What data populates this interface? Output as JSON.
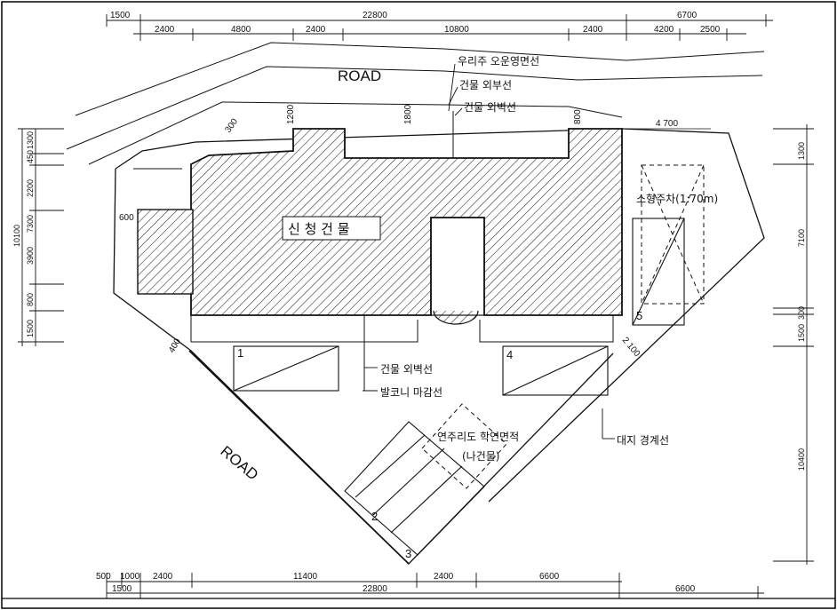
{
  "roads": [
    "ROAD",
    "ROAD"
  ],
  "top_dims": {
    "overall": [
      "1500",
      "22800",
      "6700"
    ],
    "segments": [
      "2400",
      "4800",
      "2400",
      "10800",
      "2400",
      "4200",
      "2500"
    ]
  },
  "bottom_dims": {
    "segments": [
      "500",
      "1000",
      "2400",
      "11400",
      "2400",
      "6600"
    ],
    "overall": [
      "1500",
      "22800",
      "6600"
    ]
  },
  "left_dims": [
    "1300",
    "450",
    "2200",
    "10100",
    "7300",
    "3900",
    "800",
    "1500"
  ],
  "right_dims": [
    "1300",
    "7100",
    "300",
    "1500",
    "10400"
  ],
  "local_dims": [
    "300",
    "1200",
    "1800",
    "800",
    "600",
    "400",
    "4 700",
    "2 100"
  ],
  "building_label": "신 청 건 물",
  "notes": {
    "upper_1": "우리주 오운영면선",
    "upper_2": "건물 외부선",
    "upper_3": "건물 외벽선",
    "lower_1": "건물 외벽선",
    "lower_2": "발코니 마감선",
    "boundary": "대지 경계선",
    "parking_right": "소형주차(1:70m)",
    "parking_mid_1": "연주리도 학연면적",
    "parking_mid_2": "(나건물)"
  },
  "parking_numbers": [
    "1",
    "2",
    "3",
    "4",
    "5"
  ]
}
